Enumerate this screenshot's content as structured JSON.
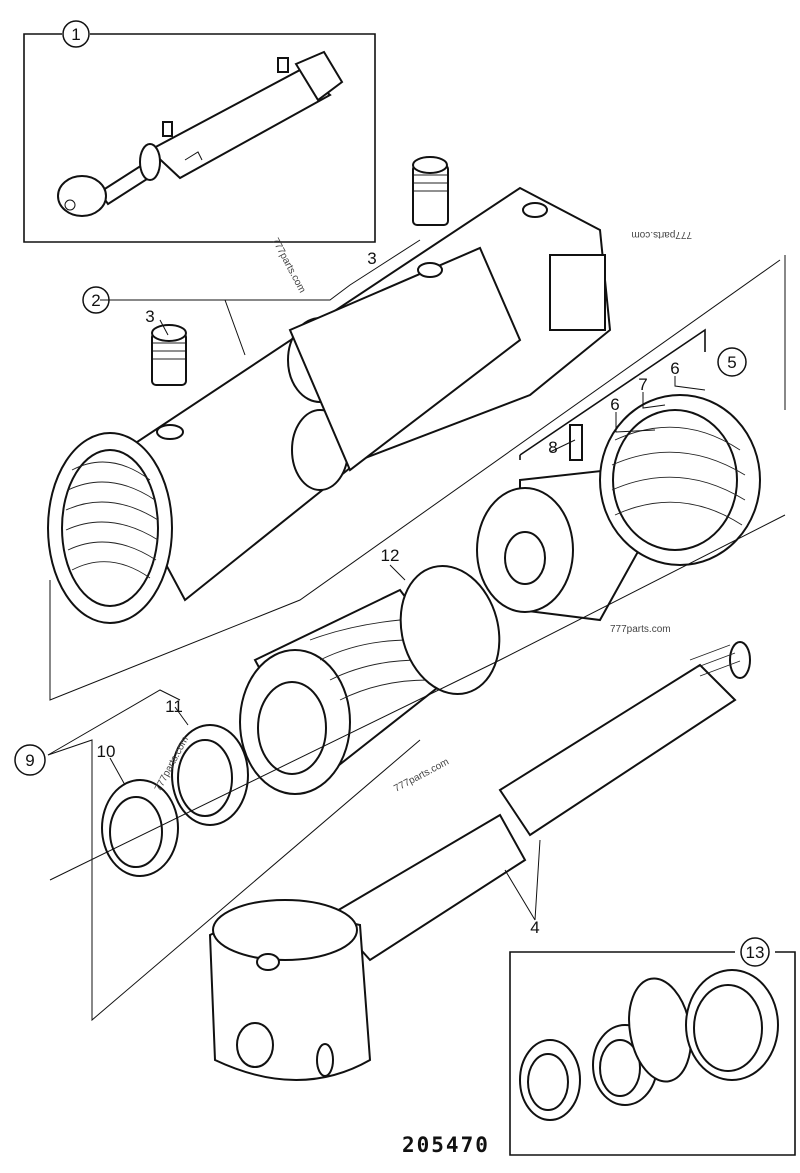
{
  "drawing_number": "205470",
  "watermarks": [
    "777parts.com",
    "777parts.com",
    "777parts.com",
    "777parts.com",
    "777parts.com"
  ],
  "callouts": [
    {
      "label": "1",
      "circled": true
    },
    {
      "label": "2",
      "circled": true
    },
    {
      "label": "3",
      "circled": false
    },
    {
      "label": "3",
      "circled": false
    },
    {
      "label": "4",
      "circled": false
    },
    {
      "label": "5",
      "circled": true
    },
    {
      "label": "6",
      "circled": false
    },
    {
      "label": "6",
      "circled": false
    },
    {
      "label": "7",
      "circled": false
    },
    {
      "label": "8",
      "circled": false
    },
    {
      "label": "9",
      "circled": true
    },
    {
      "label": "10",
      "circled": false
    },
    {
      "label": "11",
      "circled": false
    },
    {
      "label": "12",
      "circled": false
    },
    {
      "label": "13",
      "circled": true
    }
  ],
  "parts": [
    {
      "name": "cylinder-assembly-overview",
      "callout": "1"
    },
    {
      "name": "cylinder-barrel",
      "callout": "2"
    },
    {
      "name": "grease-nipple",
      "callout": "3"
    },
    {
      "name": "piston-rod",
      "callout": "4"
    },
    {
      "name": "piston-seal-kit",
      "callout": "5"
    },
    {
      "name": "wear-ring",
      "callout": "6"
    },
    {
      "name": "piston-seal",
      "callout": "7"
    },
    {
      "name": "pin",
      "callout": "8"
    },
    {
      "name": "end-cap-assembly",
      "callout": "9"
    },
    {
      "name": "wiper-seal",
      "callout": "10"
    },
    {
      "name": "rod-seal",
      "callout": "11"
    },
    {
      "name": "o-ring",
      "callout": "12"
    },
    {
      "name": "seal-kit",
      "callout": "13"
    }
  ]
}
